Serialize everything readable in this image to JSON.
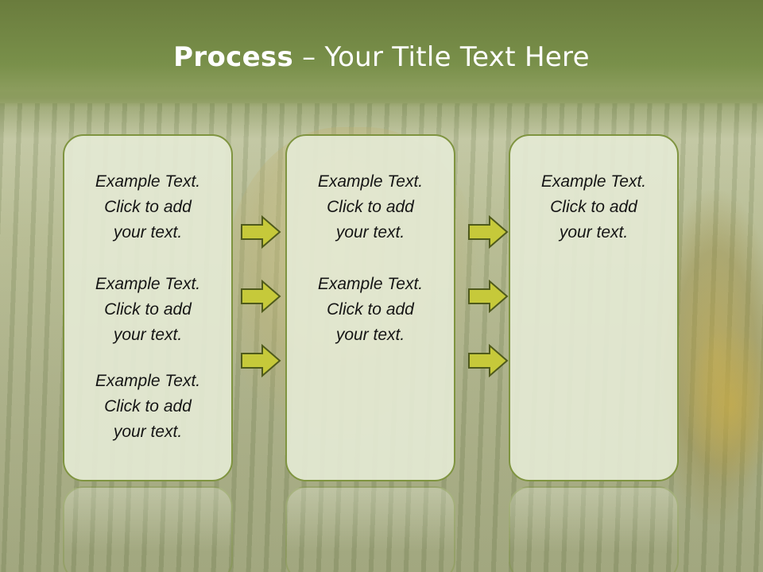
{
  "title": {
    "bold": "Process",
    "rest": " – Your Title Text Here"
  },
  "columns": [
    {
      "items": [
        {
          "line1": "Example Text.",
          "line2": "Click  to add",
          "line3": "your text."
        },
        {
          "line1": "Example Text.",
          "line2": "Click  to add",
          "line3": "your text."
        },
        {
          "line1": "Example Text.",
          "line2": "Click  to add",
          "line3": "your text."
        }
      ]
    },
    {
      "items": [
        {
          "line1": "Example Text.",
          "line2": "Click  to add",
          "line3": "your text."
        },
        {
          "line1": "Example Text.",
          "line2": "Click  to add",
          "line3": "your text."
        }
      ]
    },
    {
      "items": [
        {
          "line1": "Example Text.",
          "line2": "Click  to add",
          "line3": "your text."
        }
      ]
    }
  ],
  "arrows": {
    "count_left": 3,
    "count_right": 3
  },
  "colors": {
    "header": "#6a7c3d",
    "box_border": "#7f9440",
    "arrow_fill": "#c6c93a",
    "arrow_stroke": "#4f5a1c",
    "title": "#ffffff"
  }
}
